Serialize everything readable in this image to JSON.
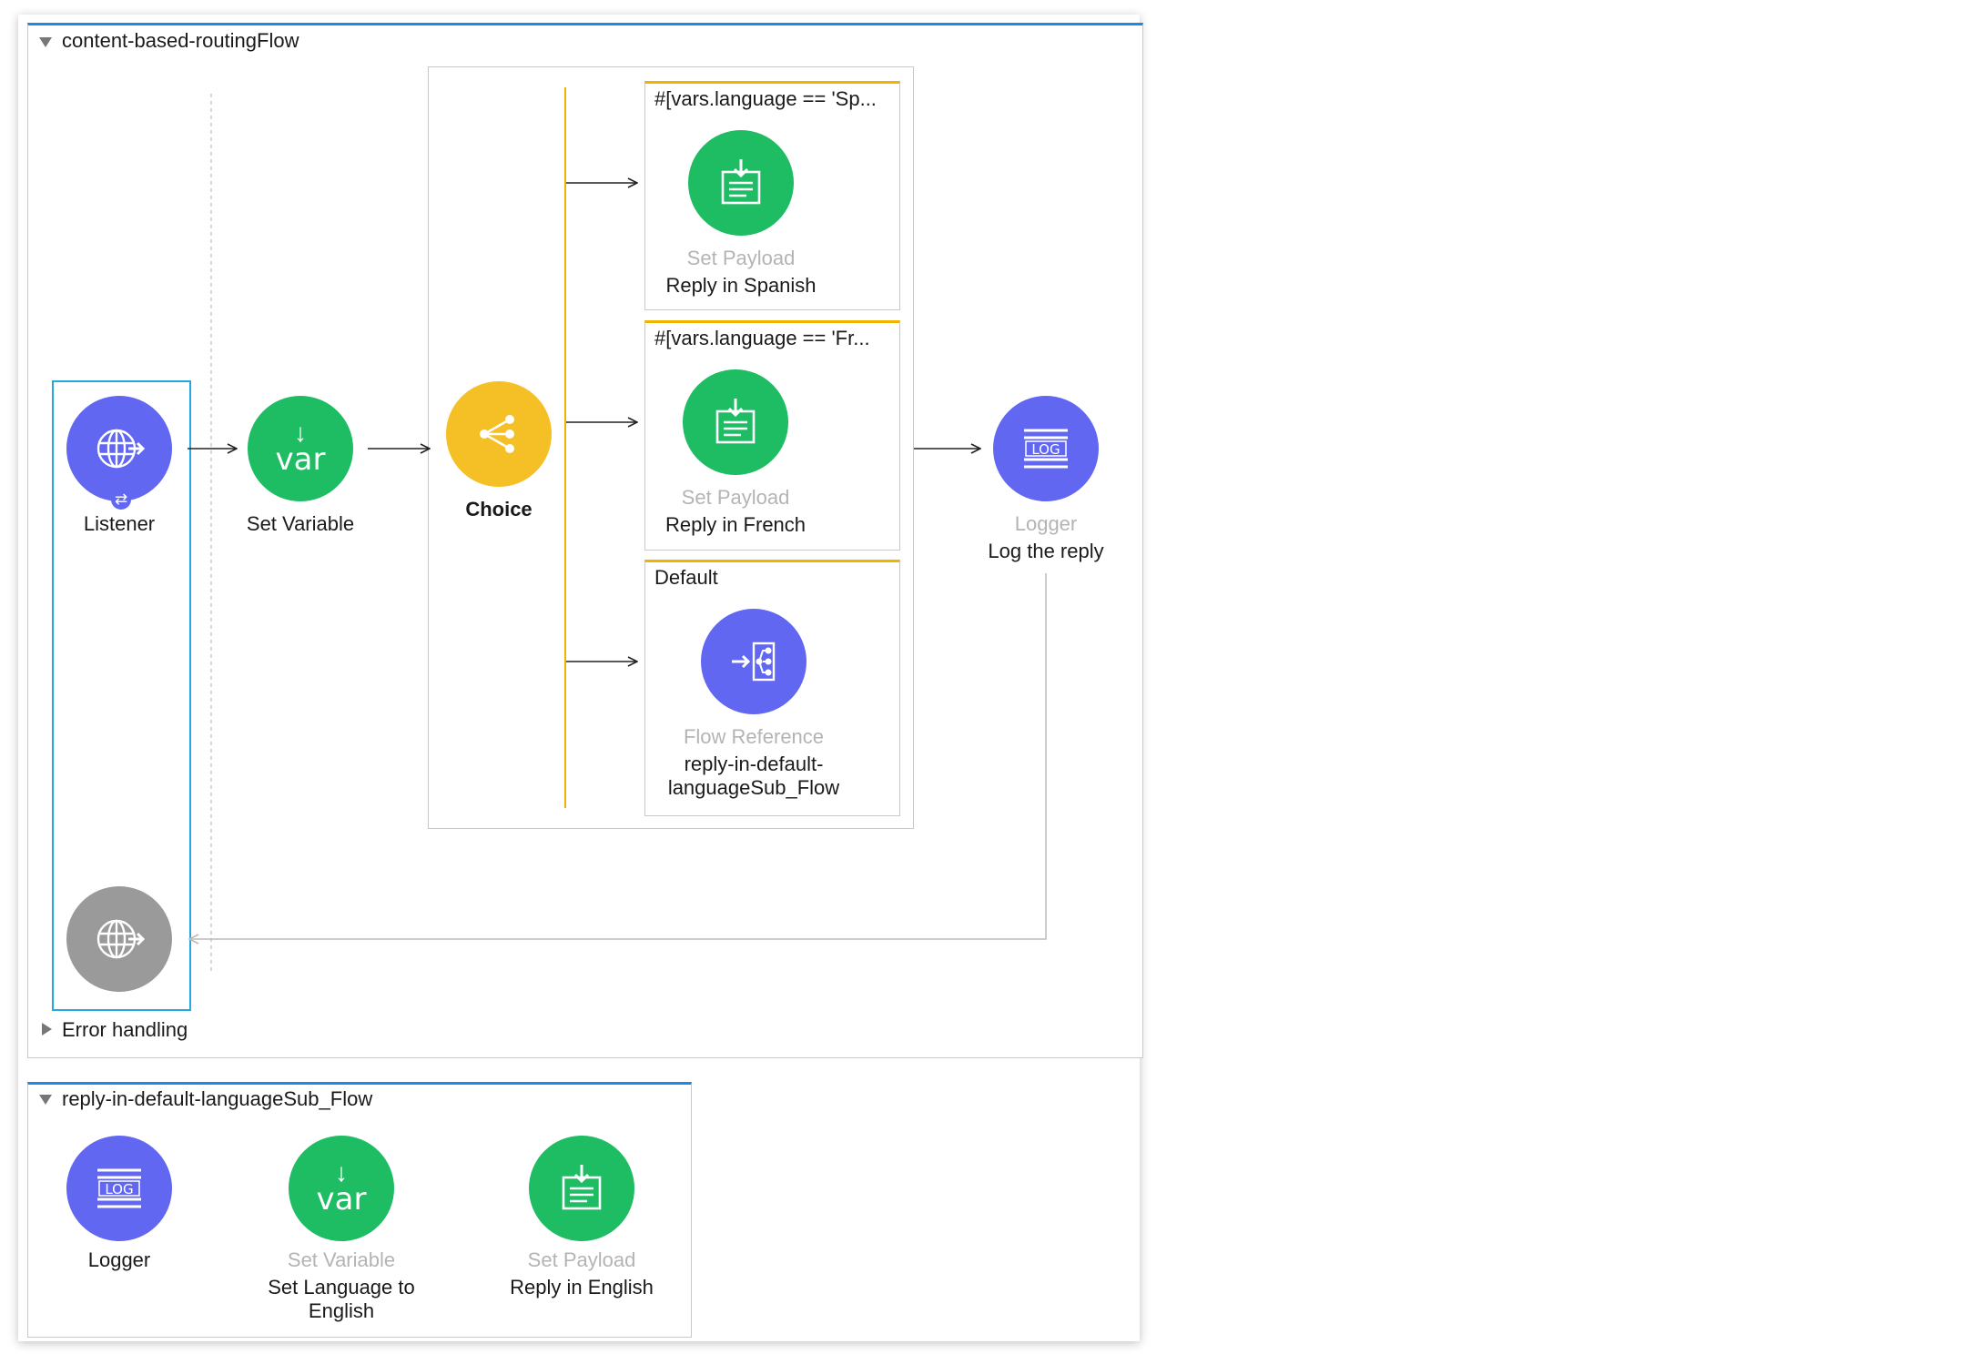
{
  "main_flow": {
    "title": "content-based-routingFlow",
    "error_handling_label": "Error handling",
    "listener": {
      "label": "Listener",
      "icon": "globe-icon"
    },
    "set_variable": {
      "label": "Set Variable",
      "icon": "var-icon",
      "icon_text": "var"
    },
    "choice": {
      "label": "Choice",
      "icon": "choice-icon"
    },
    "routes": [
      {
        "condition": "#[vars.language == 'Sp...",
        "type": "Set Payload",
        "label": "Reply in Spanish"
      },
      {
        "condition": "#[vars.language == 'Fr...",
        "type": "Set Payload",
        "label": "Reply in French"
      },
      {
        "condition": "Default",
        "type": "Flow Reference",
        "label_line1": "reply-in-default-",
        "label_line2": "languageSub_Flow"
      }
    ],
    "logger": {
      "type": "Logger",
      "label": "Log the reply",
      "icon_text": "LOG"
    }
  },
  "sub_flow": {
    "title": "reply-in-default-languageSub_Flow",
    "logger": {
      "label": "Logger",
      "icon_text": "LOG"
    },
    "set_variable": {
      "type": "Set Variable",
      "label_line1": "Set Language to",
      "label_line2": "English",
      "icon_text": "var"
    },
    "set_payload": {
      "type": "Set Payload",
      "label": "Reply in English"
    }
  },
  "colors": {
    "flow_border_top": "#1e88e5",
    "route_border_top": "#f0b400",
    "connector_blue": "#6167f0",
    "connector_green": "#1ebc63",
    "router_yellow": "#f5c025",
    "source_gray": "#9a9a9a",
    "selection_cyan": "#27a8e0"
  }
}
